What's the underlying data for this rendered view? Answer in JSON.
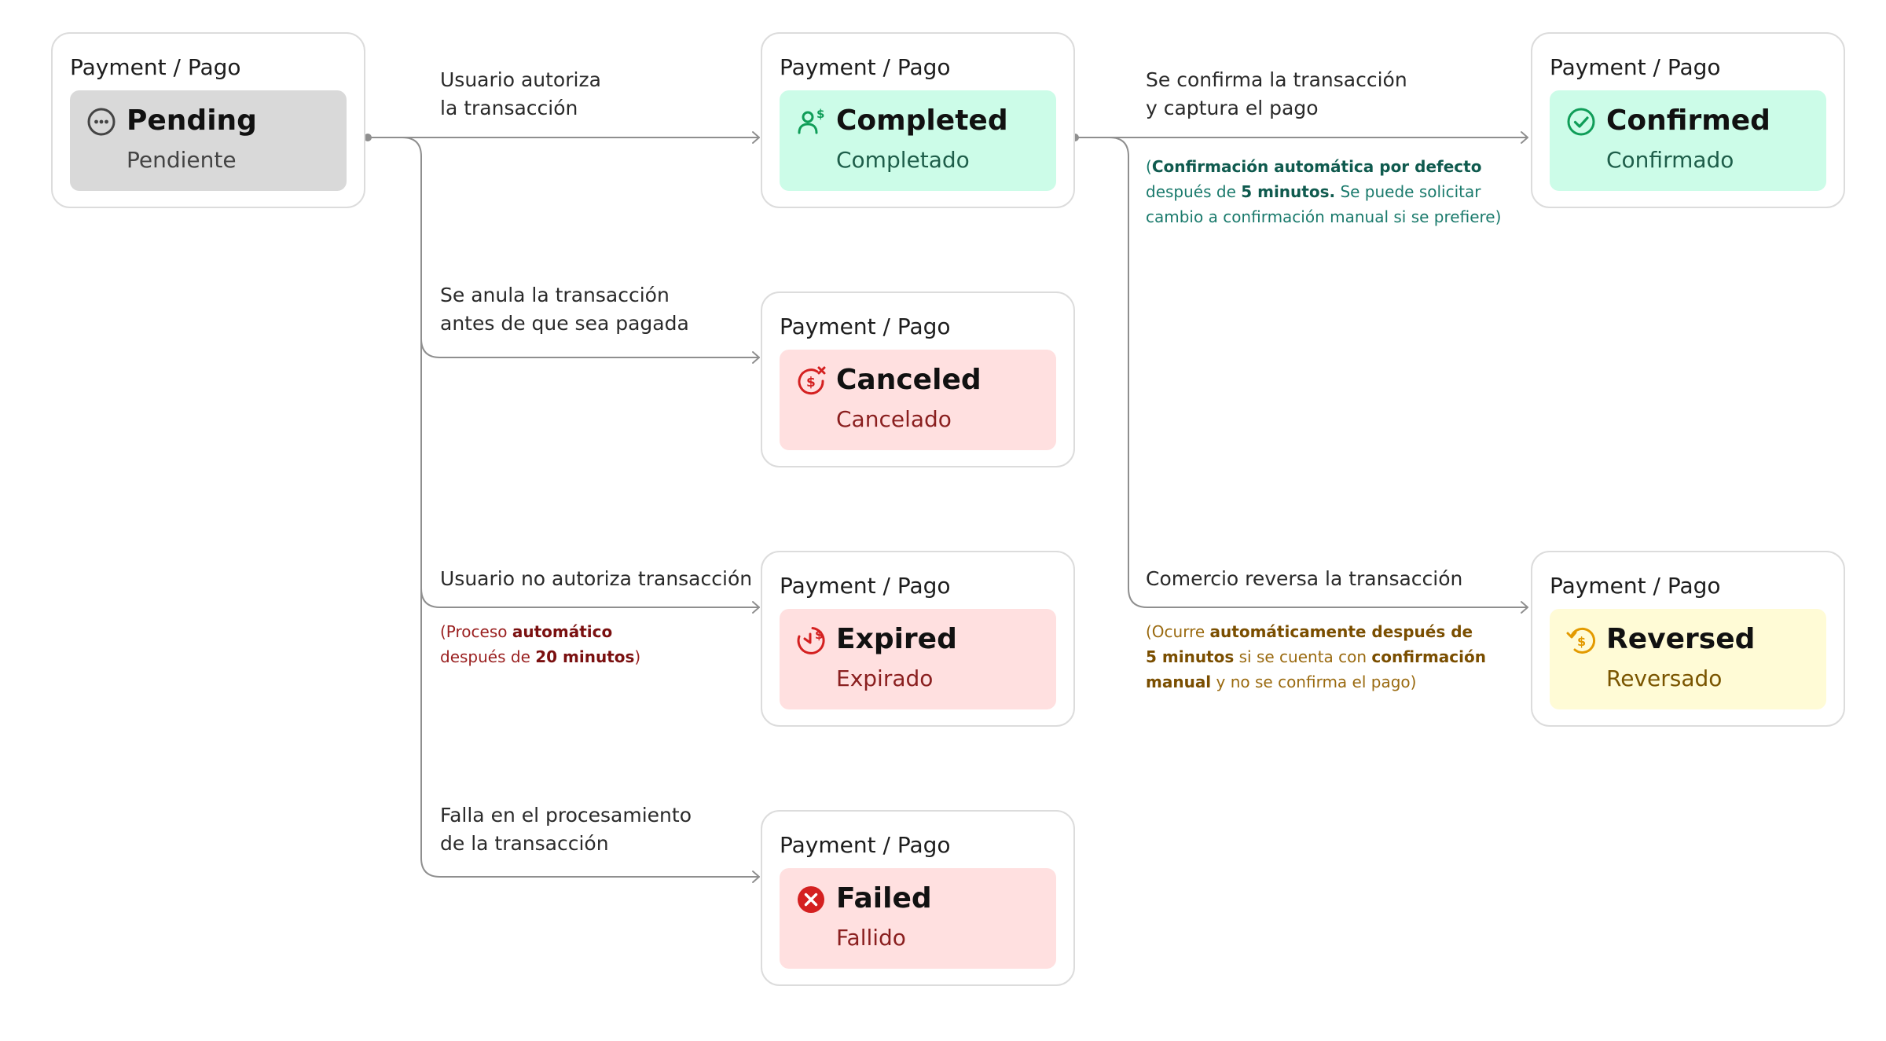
{
  "colors": {
    "line": "#8f8f8f",
    "card_border": "#dcdcdc",
    "pending_bg": "#d9d9d9",
    "pending_icon": "#444444",
    "pending_sub": "#444444",
    "success_bg": "#ccfce8",
    "success_icon": "#0f9d58",
    "success_sub": "#1e5e4a",
    "error_bg": "#ffe0e0",
    "error_icon": "#d42020",
    "error_sub": "#8a1f1f",
    "warn_bg": "#fffbd6",
    "warn_icon": "#e39a00",
    "warn_sub": "#7a5500"
  },
  "cards": {
    "pending": {
      "header": "Payment / Pago",
      "title": "Pending",
      "subtitle": "Pendiente",
      "icon": "ellipsis-circle-icon"
    },
    "completed": {
      "header": "Payment / Pago",
      "title": "Completed",
      "subtitle": "Completado",
      "icon": "user-dollar-icon"
    },
    "confirmed": {
      "header": "Payment / Pago",
      "title": "Confirmed",
      "subtitle": "Confirmado",
      "icon": "check-circle-icon"
    },
    "canceled": {
      "header": "Payment / Pago",
      "title": "Canceled",
      "subtitle": "Cancelado",
      "icon": "dollar-cancel-icon"
    },
    "expired": {
      "header": "Payment / Pago",
      "title": "Expired",
      "subtitle": "Expirado",
      "icon": "clock-dollar-icon"
    },
    "failed": {
      "header": "Payment / Pago",
      "title": "Failed",
      "subtitle": "Fallido",
      "icon": "x-circle-icon"
    },
    "reversed": {
      "header": "Payment / Pago",
      "title": "Reversed",
      "subtitle": "Reversado",
      "icon": "dollar-return-icon"
    }
  },
  "transitions": {
    "authorize": [
      "Usuario autoriza",
      "la transacción"
    ],
    "confirm": [
      "Se confirma la transacción",
      "y captura el pago"
    ],
    "cancel": [
      "Se anula la transacción",
      "antes de que sea pagada"
    ],
    "not_authorized": [
      "Usuario no autoriza transacción"
    ],
    "failure": [
      "Falla en el procesamiento",
      "de la transacción"
    ],
    "reverse": [
      "Comercio reversa la transacción"
    ]
  },
  "notes": {
    "confirm_note": {
      "p1": "(",
      "b1": "Confirmación automática por defecto",
      "p2": "después de ",
      "b2": "5 minutos.",
      "p3": " Se puede solicitar",
      "p4": "cambio a confirmación manual si se prefiere)"
    },
    "expire_note": {
      "p1": "(Proceso ",
      "b1": "automático",
      "p2": "después de ",
      "b2": "20 minutos",
      "p3": ")"
    },
    "reverse_note": {
      "p1": "(Ocurre ",
      "b1": "automáticamente después de",
      "b2": "5 minutos",
      "p2": " si se cuenta con ",
      "b3": "confirmación",
      "b4": "manual",
      "p3": " y no se confirma el pago)"
    }
  }
}
